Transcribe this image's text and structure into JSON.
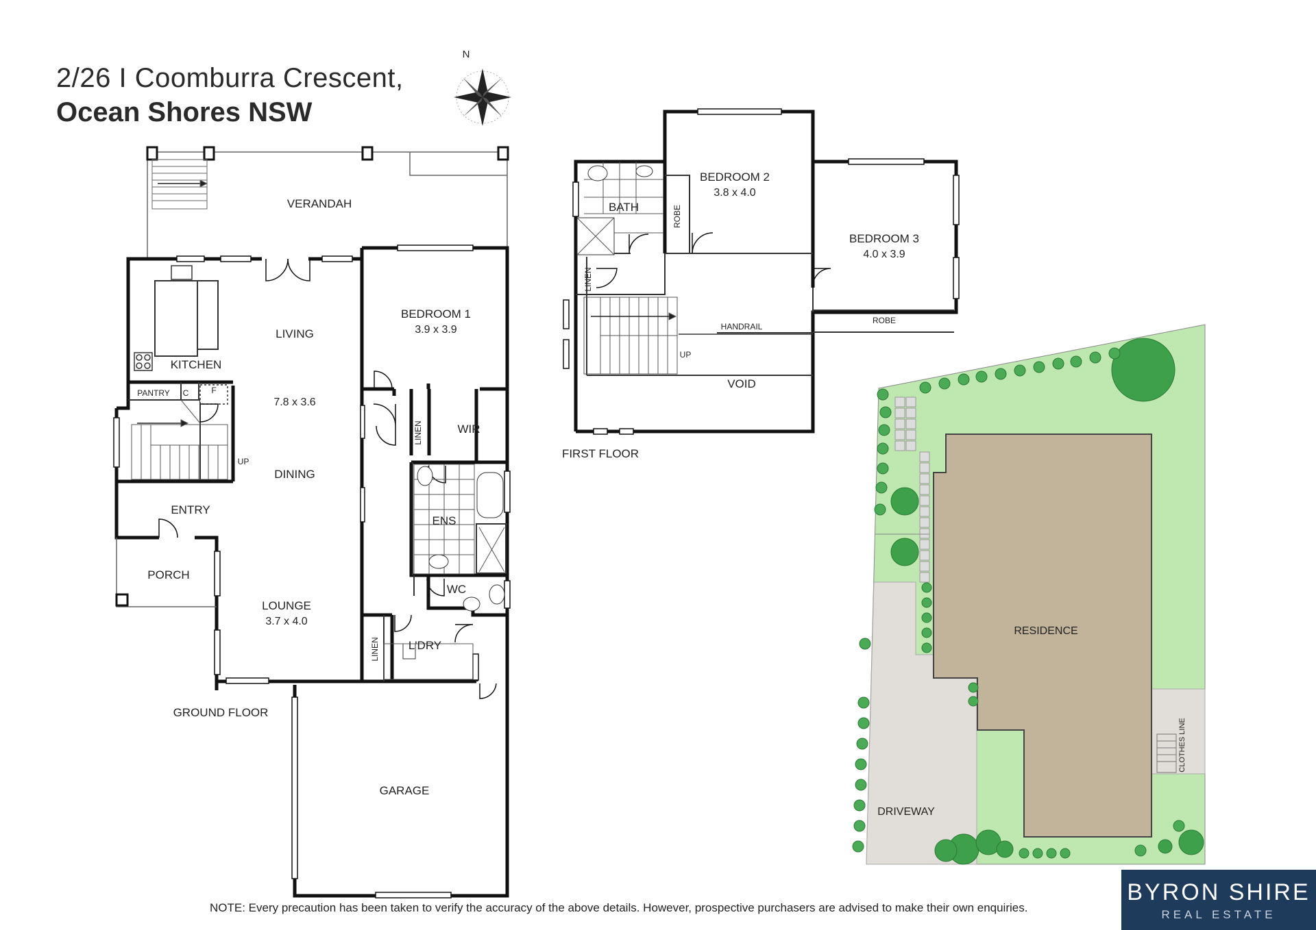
{
  "header": {
    "address_line1": "2/26 I Coomburra Crescent,",
    "address_line2": "Ocean Shores NSW"
  },
  "compass": {
    "label": "N"
  },
  "ground_floor": {
    "label": "GROUND FLOOR",
    "rooms": {
      "verandah": "VERANDAH",
      "living": "LIVING",
      "kitchen": "KITCHEN",
      "pantry": "PANTRY",
      "c": "C",
      "f": "F",
      "living_dim": "7.8 x 3.6",
      "dining": "DINING",
      "up": "UP",
      "entry": "ENTRY",
      "porch": "PORCH",
      "lounge": "LOUNGE",
      "lounge_dim": "3.7 x 4.0",
      "bedroom1": "BEDROOM 1",
      "bedroom1_dim": "3.9 x 3.9",
      "linen": "LINEN",
      "wir": "WIR",
      "ens": "ENS",
      "wc": "WC",
      "laundry": "L'DRY",
      "linen2": "LINEN",
      "garage": "GARAGE"
    }
  },
  "first_floor": {
    "label": "FIRST FLOOR",
    "rooms": {
      "bath": "BATH",
      "robe": "ROBE",
      "bedroom2": "BEDROOM 2",
      "bedroom2_dim": "3.8 x 4.0",
      "bedroom3": "BEDROOM 3",
      "bedroom3_dim": "4.0 x 3.9",
      "linen": "LINEN",
      "handrail": "HANDRAIL",
      "robe2": "ROBE",
      "up": "UP",
      "void": "VOID"
    }
  },
  "site_plan": {
    "residence": "RESIDENCE",
    "driveway": "DRIVEWAY",
    "clothes_line": "CLOTHES LINE"
  },
  "colors": {
    "wall": "#111111",
    "lawn": "#bfe8b0",
    "tree": "#3ea04a",
    "residence": "#c2b49a",
    "driveway": "#e1ddd8",
    "brand": "#1f3b5c"
  },
  "footer": {
    "note": "NOTE: Every precaution has been taken to verify the accuracy of the above details. However, prospective purchasers are advised to make their own enquiries.",
    "brand_line1": "BYRON SHIRE",
    "brand_line2": "REAL ESTATE"
  }
}
